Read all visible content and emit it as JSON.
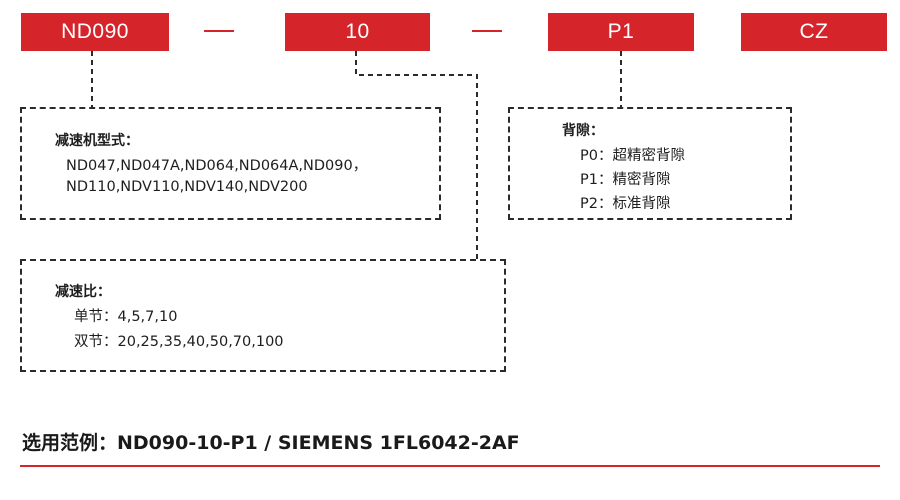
{
  "codes": {
    "model": "ND090",
    "ratio": "10",
    "backlash": "P1",
    "suffix": "CZ"
  },
  "panels": {
    "model": {
      "title": "减速机型式：",
      "lines": [
        "ND047,ND047A,ND064,ND064A,ND090，",
        "ND110,NDV110,NDV140,NDV200"
      ]
    },
    "backlash": {
      "title": "背隙：",
      "lines": [
        "P0：超精密背隙",
        "P1：精密背隙",
        "P2：标准背隙"
      ]
    },
    "ratio": {
      "title": "减速比：",
      "lines": [
        "单节：4,5,7,10",
        "双节：20,25,35,40,50,70,100"
      ]
    }
  },
  "example": "选用范例：ND090-10-P1 / SIEMENS 1FL6042-2AF",
  "colors": {
    "accent": "#d6242b",
    "text": "#1e1e1e",
    "border": "#2b2b2b"
  }
}
